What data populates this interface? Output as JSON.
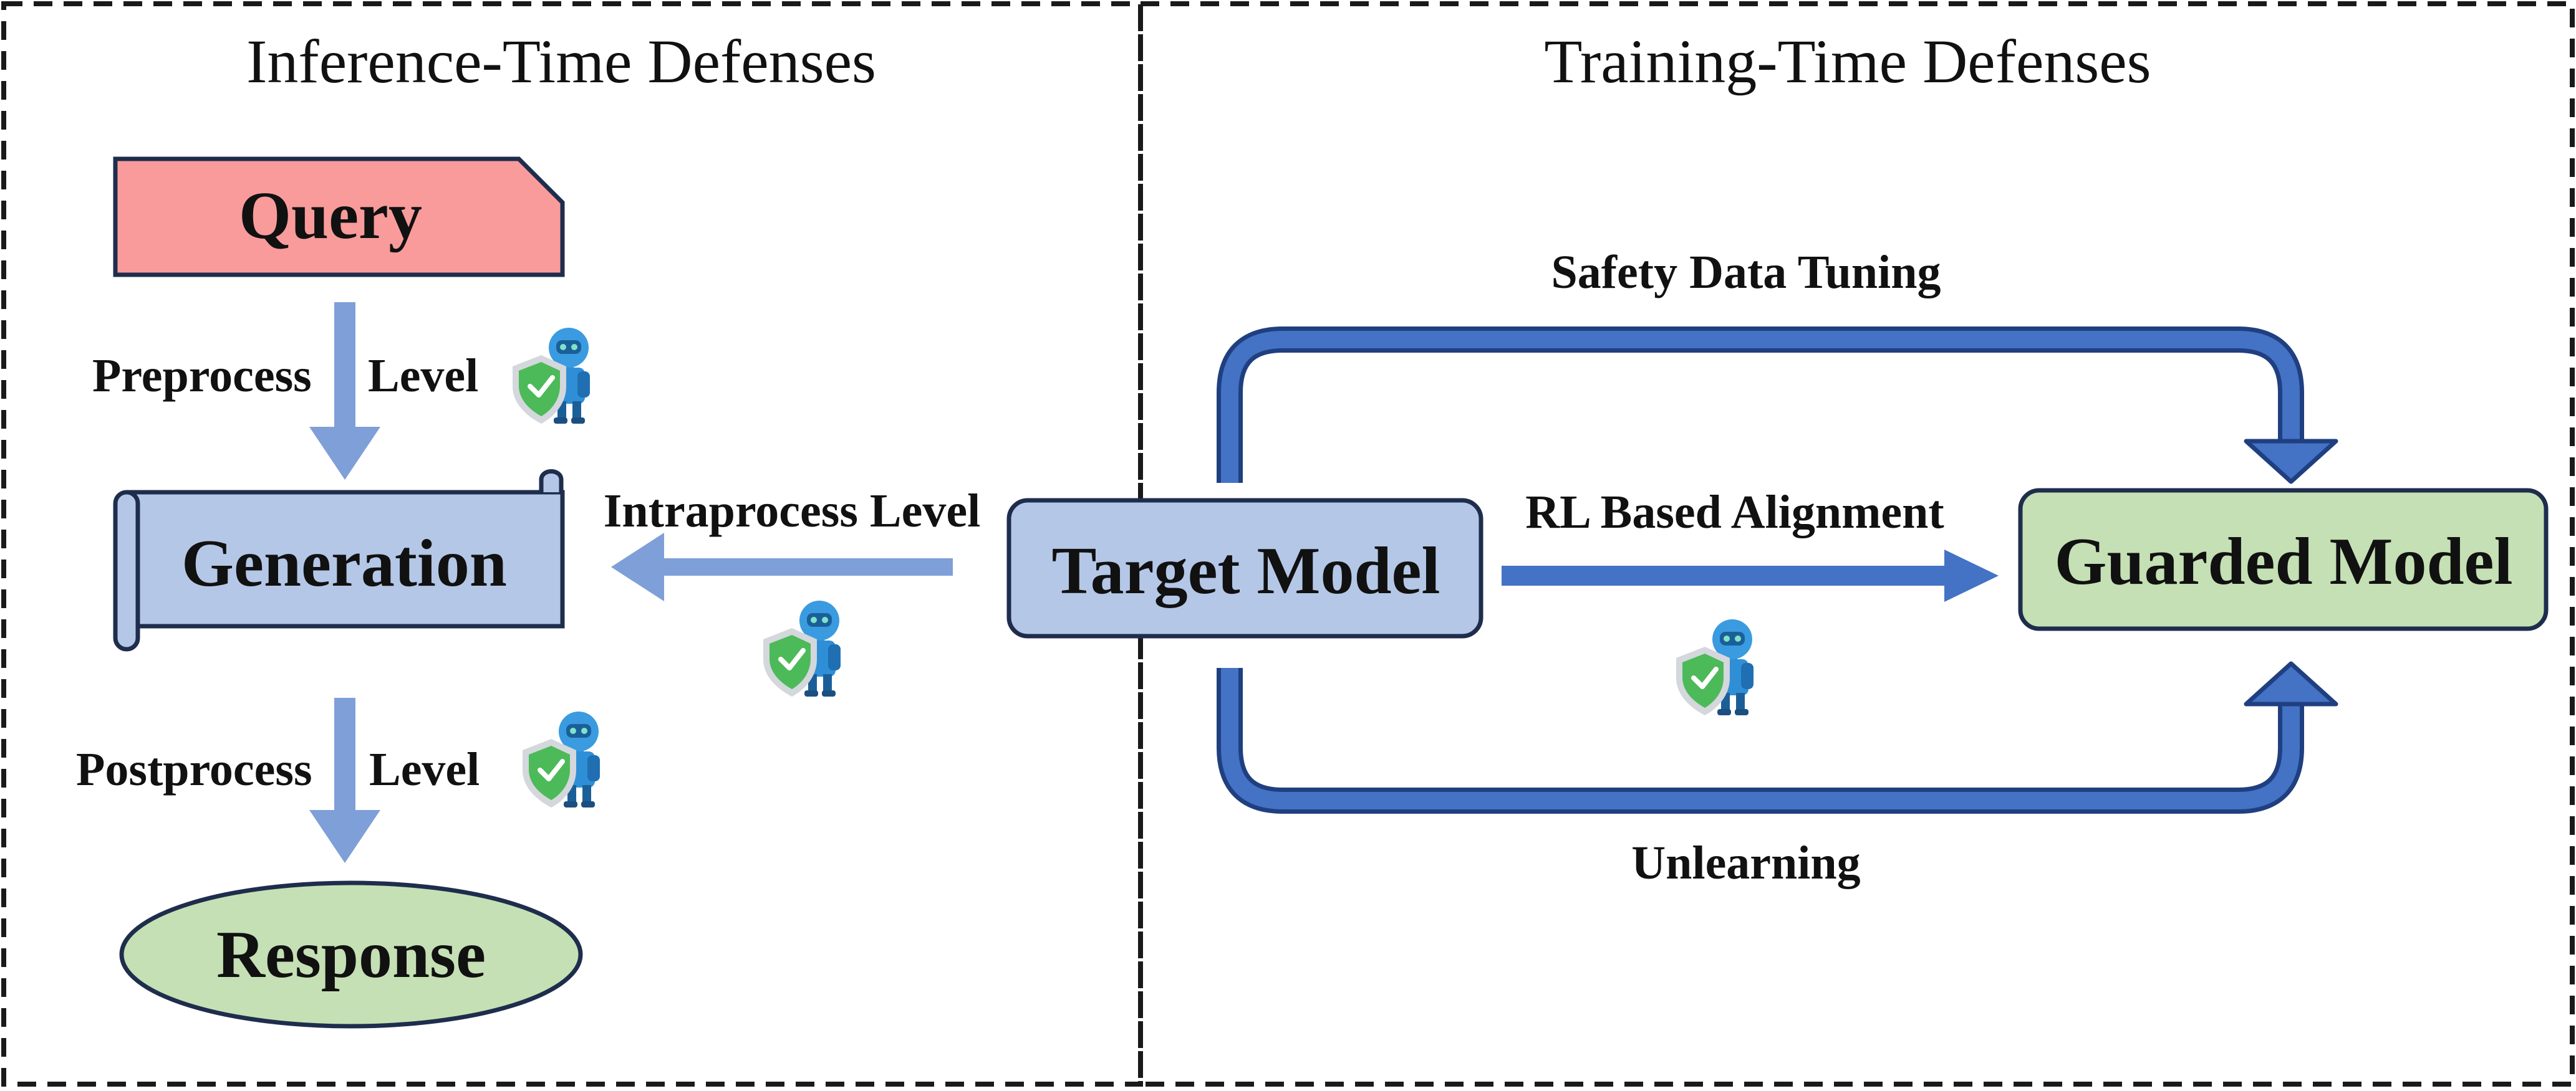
{
  "sections": {
    "inference": {
      "title": "Inference-Time Defenses"
    },
    "training": {
      "title": "Training-Time Defenses"
    }
  },
  "nodes": {
    "query": "Query",
    "generation": "Generation",
    "response": "Response",
    "target_model": "Target Model",
    "guarded_model": "Guarded Model"
  },
  "labels": {
    "preprocess": "Preprocess",
    "preprocess_level": "Level",
    "postprocess": "Postprocess",
    "postprocess_level": "Level",
    "intraprocess": "Intraprocess Level",
    "safety_data_tuning": "Safety Data Tuning",
    "rl_alignment": "RL Based Alignment",
    "unlearning": "Unlearning"
  },
  "icons": {
    "guard": "robot-guard-shield-icon"
  },
  "colors": {
    "query_fill": "#f99b9b",
    "generation_fill": "#b4c7e7",
    "response_fill": "#c5e0b4",
    "target_fill": "#b4c7e7",
    "guarded_fill": "#c5e0b4",
    "light_arrow": "#7f9fd8",
    "dark_arrow": "#4472c4",
    "outline": "#1f2d4d",
    "robot": "#2f8fd6",
    "shield": "#4cba58"
  }
}
